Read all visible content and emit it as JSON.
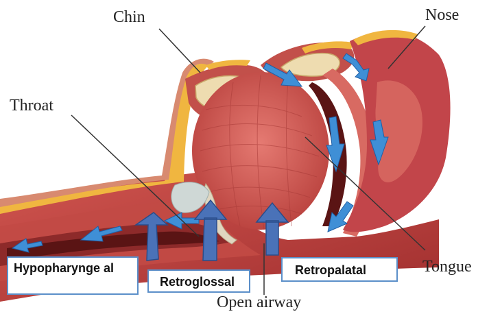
{
  "labels": {
    "chin": "Chin",
    "nose": "Nose",
    "throat": "Throat",
    "tongue": "Tongue",
    "open_airway": "Open airway"
  },
  "boxes": {
    "hypopharyngeal": "Hypopharynge al",
    "retroglossal": "Retroglossal",
    "retropalatal": "Retropalatal"
  },
  "colors": {
    "tissue": "#b83a3a",
    "tissue_light": "#d86a62",
    "tongue": "#d25a55",
    "fat": "#f0b640",
    "bone": "#eedcb0",
    "airway": "#5a1414",
    "flow_arrow": "#3f8fd6",
    "site_arrow": "#4a72b8",
    "box_border": "#5b8fc9"
  },
  "icons": [
    "airflow-arrow",
    "obstruction-site-arrow"
  ]
}
